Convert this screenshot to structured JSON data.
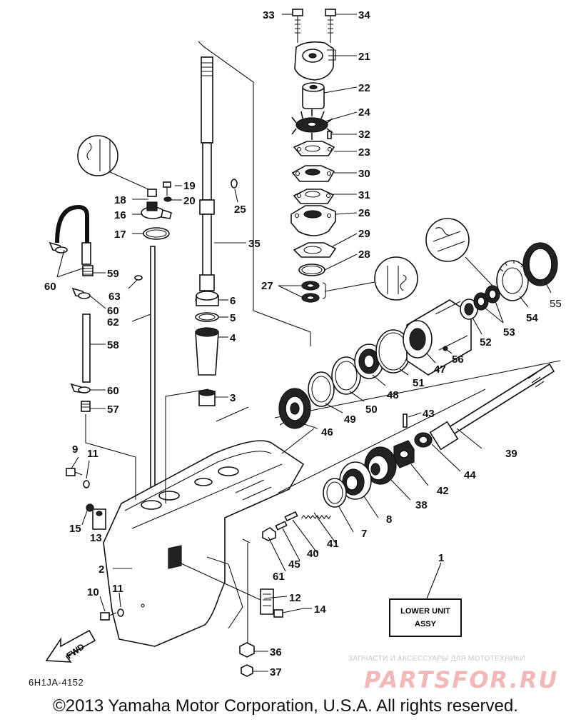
{
  "diagram": {
    "code": "6H1JA-4152",
    "assembly_box": {
      "line1": "LOWER UNIT",
      "line2": "ASSY"
    },
    "fwd_label": "FWD",
    "copyright": "©2013 Yamaha Motor Corporation, U.S.A. All rights reserved.",
    "watermark": {
      "subtitle": "ЗАПЧАСТИ И АКСЕССУАРЫ ДЛЯ МОТОТЕХНИКИ",
      "logo": "PARTSFOR.RU"
    },
    "callouts": {
      "c33": "33",
      "c34": "34",
      "c21": "21",
      "c22": "22",
      "c24": "24",
      "c32": "32",
      "c23": "23",
      "c30": "30",
      "c31": "31",
      "c26": "26",
      "c29": "29",
      "c28": "28",
      "c27": "27",
      "c19": "19",
      "c18": "18",
      "c20": "20",
      "c16": "16",
      "c17": "17",
      "c25": "25",
      "c35": "35",
      "c6": "6",
      "c5": "5",
      "c4": "4",
      "c3": "3",
      "c59": "59",
      "c60a": "60",
      "c60b": "60",
      "c60c": "60",
      "c63": "63",
      "c62": "62",
      "c58": "58",
      "c57": "57",
      "c9": "9",
      "c11a": "11",
      "c11b": "11",
      "c15": "15",
      "c13": "13",
      "c2": "2",
      "c10": "10",
      "c61": "61",
      "c45": "45",
      "c40": "40",
      "c41": "41",
      "c7": "7",
      "c8": "8",
      "c38": "38",
      "c42": "42",
      "c44": "44",
      "c39": "39",
      "c43": "43",
      "c46": "46",
      "c49": "49",
      "c50": "50",
      "c48": "48",
      "c51": "51",
      "c47": "47",
      "c56": "56",
      "c52": "52",
      "c53": "53",
      "c54": "54",
      "c55": "55",
      "c12": "12",
      "c14": "14",
      "c36": "36",
      "c37": "37",
      "c1": "1"
    }
  }
}
